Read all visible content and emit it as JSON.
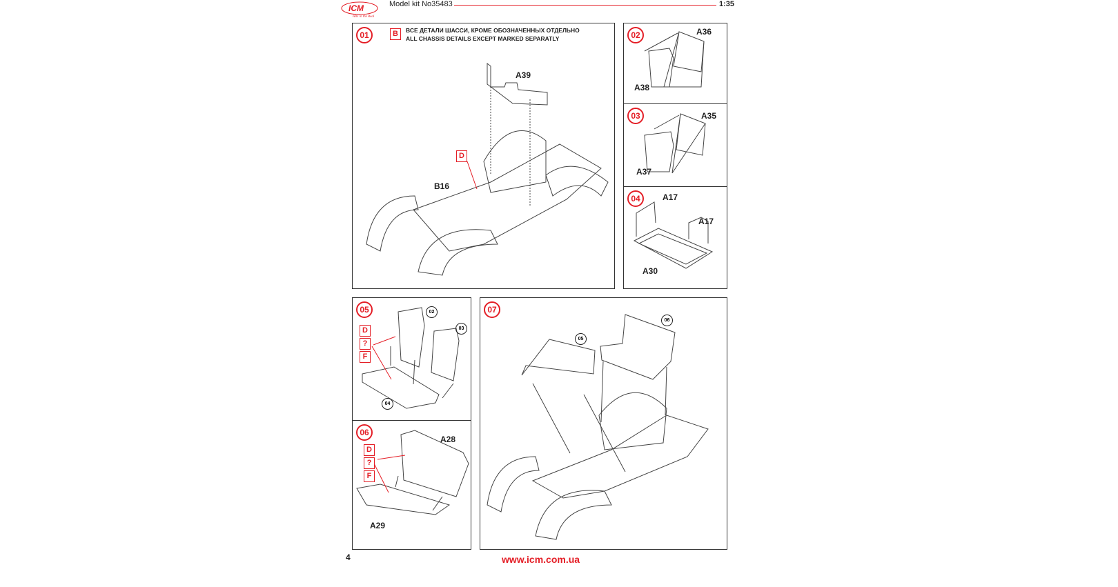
{
  "header": {
    "logo": "ICM",
    "logo_tagline": "Hits in the Real",
    "model_kit": "Model kit No35483",
    "scale": "1:35"
  },
  "steps": [
    {
      "number": "01",
      "paint_code": "B",
      "note_ru": "ВСЕ ДЕТАЛИ ШАССИ, КРОМЕ ОБОЗНАЧЕННЫХ ОТДЕЛЬНО",
      "note_en": "ALL CHASSIS DETAILS EXCEPT MARKED SEPARATLY",
      "parts": [
        "A39",
        "B16"
      ],
      "paint_codes": [
        "D"
      ]
    },
    {
      "number": "02",
      "parts": [
        "A36",
        "A38"
      ]
    },
    {
      "number": "03",
      "parts": [
        "A35",
        "A37"
      ]
    },
    {
      "number": "04",
      "parts": [
        "A17",
        "A17",
        "A30"
      ]
    },
    {
      "number": "05",
      "refs": [
        "02",
        "03",
        "04"
      ],
      "paint_codes": [
        "D",
        "?",
        "F"
      ]
    },
    {
      "number": "06",
      "parts": [
        "A28",
        "A29"
      ],
      "paint_codes": [
        "D",
        "?",
        "F"
      ]
    },
    {
      "number": "07",
      "refs": [
        "05",
        "06"
      ]
    }
  ],
  "footer": {
    "page_number": "4",
    "url": "www.icm.com.ua"
  },
  "colors": {
    "accent": "#e41e26"
  }
}
